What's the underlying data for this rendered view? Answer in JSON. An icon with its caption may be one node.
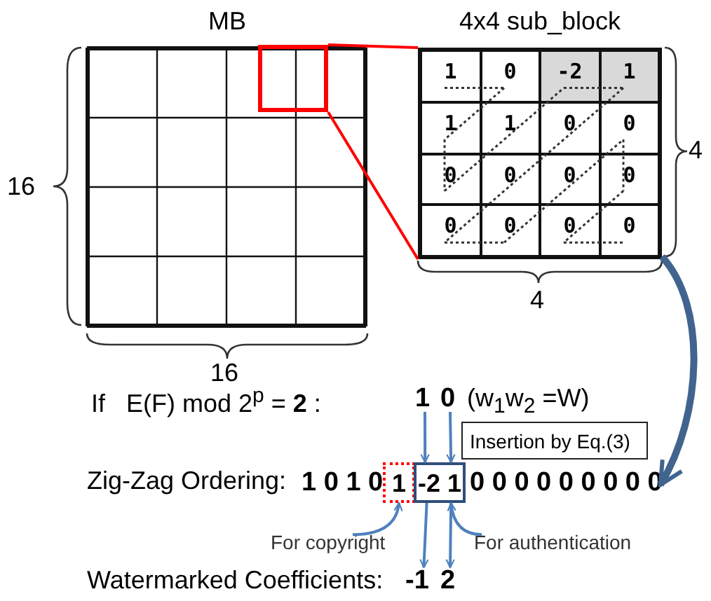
{
  "diagram": {
    "nodes": [
      {
        "text": [
          "MB"
        ]
      },
      {
        "text": [],
        "shape": "box",
        "in": 0
      },
      {
        "text": [
          "4x4 sub_block"
        ]
      },
      {
        "text": [
          "1"
        ],
        "in": 2
      },
      {
        "text": [
          "0"
        ],
        "in": 2
      },
      {
        "text": [
          "-2"
        ],
        "in": 2
      },
      {
        "text": [
          "1"
        ],
        "in": 2
      },
      {
        "text": [
          "1"
        ],
        "in": 2
      },
      {
        "text": [
          "1"
        ],
        "in": 2
      },
      {
        "text": [
          "0"
        ],
        "in": 2
      },
      {
        "text": [
          "0"
        ],
        "in": 2
      },
      {
        "text": [
          "0"
        ],
        "in": 2
      },
      {
        "text": [
          "0"
        ],
        "in": 2
      },
      {
        "text": [
          "0"
        ],
        "in": 2
      },
      {
        "text": [
          "0"
        ],
        "in": 2
      },
      {
        "text": [
          "0"
        ],
        "in": 2
      },
      {
        "text": [
          "0"
        ],
        "in": 2
      },
      {
        "text": [
          "0"
        ],
        "in": 2
      },
      {
        "text": [
          "0"
        ],
        "in": 2
      },
      {
        "text": [
          "1"
        ]
      },
      {
        "text": [
          "0"
        ]
      },
      {
        "text": [
          "1"
        ]
      },
      {
        "text": [
          "-2 1"
        ]
      },
      {
        "text": [
          "0 0 0 0 0 0 0 0 0"
        ]
      },
      {
        "text": [
          "Insertion by Eq.(3)"
        ]
      },
      {
        "text": [
          "For copyright"
        ]
      },
      {
        "text": [
          "For authentication"
        ]
      },
      {
        "text": [
          "-1"
        ]
      },
      {
        "text": [
          "2"
        ]
      }
    ],
    "edges": [
      {
        "from": 1,
        "to": 2,
        "arrow": "none",
        "color": "#ff0000"
      },
      {
        "from": 1,
        "to": 2,
        "arrow": "none",
        "color": "#ff0000"
      },
      {
        "from": 2,
        "to": 23,
        "arrow": "to",
        "style": "thick",
        "color": "#41648f"
      },
      {
        "from": 19,
        "to": 22,
        "arrow": "to",
        "color": "#4f81bd"
      },
      {
        "from": 20,
        "to": 22,
        "arrow": "to",
        "color": "#4f81bd"
      },
      {
        "from": 25,
        "to": 21,
        "arrow": "to",
        "color": "#4f81bd"
      },
      {
        "from": 26,
        "to": 22,
        "arrow": "to",
        "color": "#4f81bd"
      },
      {
        "from": 22,
        "to": 27,
        "arrow": "to",
        "color": "#4f81bd"
      },
      {
        "from": 22,
        "to": 28,
        "arrow": "to",
        "color": "#4f81bd"
      },
      {
        "from": 3,
        "to": 4,
        "arrow": "none",
        "style": "dashed"
      },
      {
        "from": 4,
        "to": 7,
        "arrow": "none",
        "style": "dashed"
      },
      {
        "from": 7,
        "to": 11,
        "arrow": "none",
        "style": "dashed"
      },
      {
        "from": 11,
        "to": 8,
        "arrow": "none",
        "style": "dashed"
      },
      {
        "from": 8,
        "to": 5,
        "arrow": "none",
        "style": "dashed"
      },
      {
        "from": 5,
        "to": 6,
        "arrow": "none",
        "style": "dashed"
      },
      {
        "from": 6,
        "to": 9,
        "arrow": "none",
        "style": "dashed"
      },
      {
        "from": 9,
        "to": 12,
        "arrow": "none",
        "style": "dashed"
      },
      {
        "from": 12,
        "to": 15,
        "arrow": "none",
        "style": "dashed"
      },
      {
        "from": 15,
        "to": 16,
        "arrow": "none",
        "style": "dashed"
      },
      {
        "from": 16,
        "to": 13,
        "arrow": "none",
        "style": "dashed"
      },
      {
        "from": 13,
        "to": 10,
        "arrow": "none",
        "style": "dashed"
      },
      {
        "from": 10,
        "to": 14,
        "arrow": "none",
        "style": "dashed"
      },
      {
        "from": 14,
        "to": 17,
        "arrow": "none",
        "style": "dashed"
      },
      {
        "from": 17,
        "to": 18,
        "arrow": "none",
        "style": "dashed"
      }
    ],
    "labels": [
      "16",
      "16",
      "4",
      "4",
      "If   E(F) mod 2$^{p}$ = **2** :",
      "(w$_{1}$w$_{2}$ =W)",
      "Zig-Zag Ordering:",
      "1 0 1 0",
      "Watermarked Coefficients:"
    ]
  }
}
